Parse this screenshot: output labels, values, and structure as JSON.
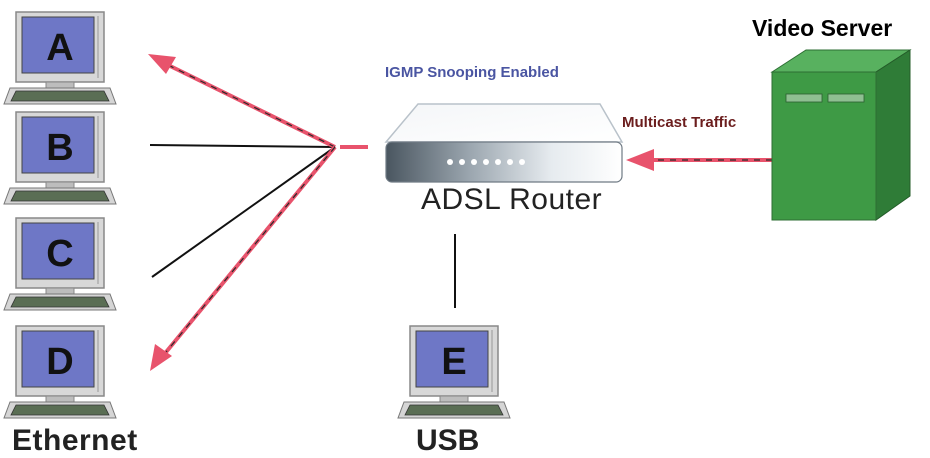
{
  "labels": {
    "video_server": "Video Server",
    "igmp": "IGMP Snooping Enabled",
    "multicast": "Multicast Traffic",
    "router": "ADSL Router",
    "ethernet": "Ethernet",
    "usb": "USB"
  },
  "computers": [
    {
      "letter": "A"
    },
    {
      "letter": "B"
    },
    {
      "letter": "C"
    },
    {
      "letter": "D"
    },
    {
      "letter": "E"
    }
  ],
  "colors": {
    "multicast_arrow": "#e8536c",
    "server_green": "#3e9a45",
    "screen_blue": "#7078c9"
  }
}
